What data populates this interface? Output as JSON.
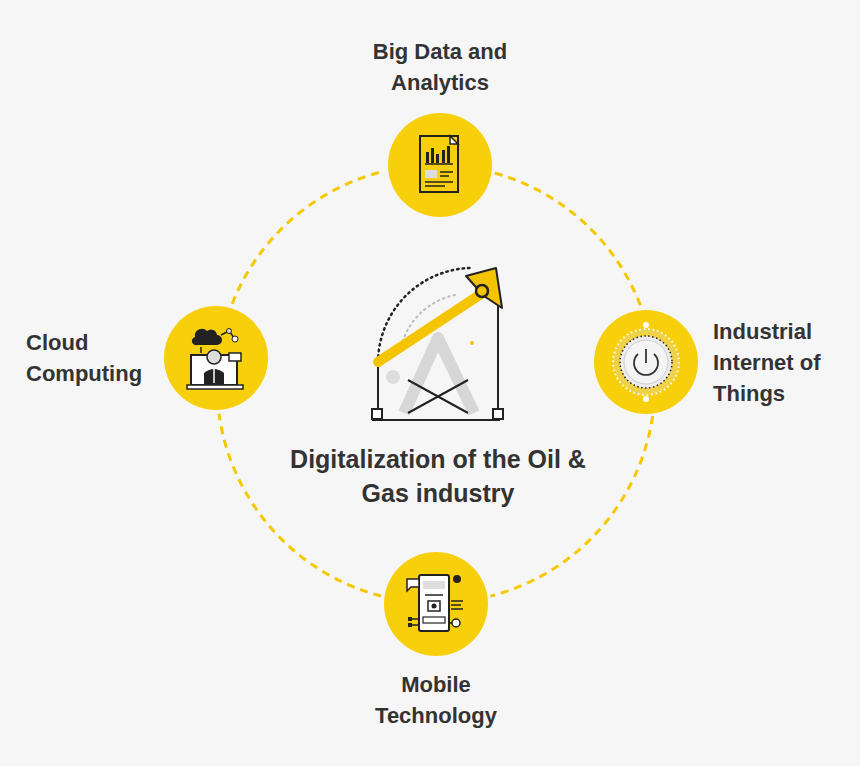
{
  "diagram": {
    "title": "Digitalization of the Oil & Gas industry",
    "nodes": [
      {
        "text": [
          "Big Data and Analytics"
        ]
      },
      {
        "text": [
          "Cloud Computing"
        ]
      },
      {
        "text": [
          "Industrial Internet of Things"
        ]
      },
      {
        "text": [
          "Mobile Technology"
        ]
      }
    ],
    "edges": [
      {
        "from": 0,
        "to": 2,
        "arrow": "none"
      },
      {
        "from": 2,
        "to": 3,
        "arrow": "none"
      },
      {
        "from": 3,
        "to": 1,
        "arrow": "none"
      },
      {
        "from": 1,
        "to": 0,
        "arrow": "none"
      }
    ]
  }
}
